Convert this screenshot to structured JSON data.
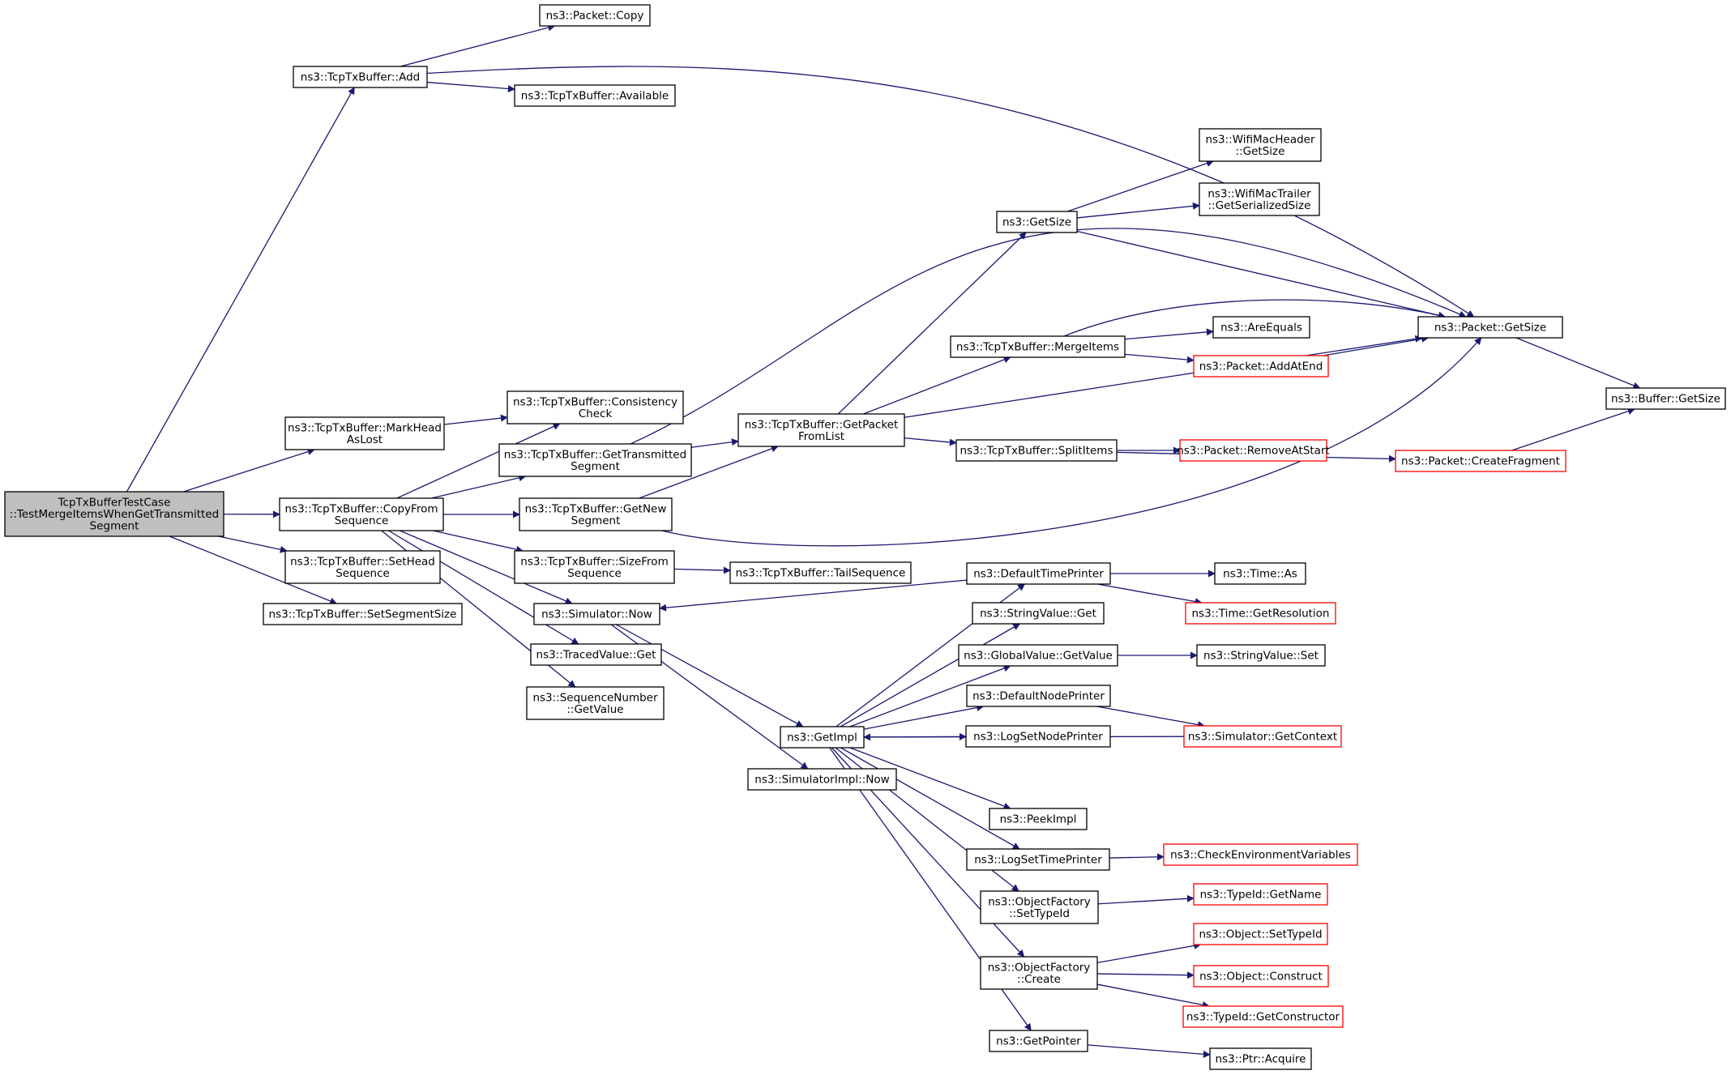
{
  "nodes": [
    {
      "id": "root",
      "lines": [
        "TcpTxBufferTestCase",
        "::TestMergeItemsWhenGetTransmitted",
        "Segment"
      ],
      "kind": "root"
    },
    {
      "id": "add",
      "lines": [
        "ns3::TcpTxBuffer::Add"
      ],
      "kind": "normal"
    },
    {
      "id": "pkt_copy",
      "lines": [
        "ns3::Packet::Copy"
      ],
      "kind": "normal"
    },
    {
      "id": "available",
      "lines": [
        "ns3::TcpTxBuffer::Available"
      ],
      "kind": "normal"
    },
    {
      "id": "pkt_getsize",
      "lines": [
        "ns3::Packet::GetSize"
      ],
      "kind": "normal"
    },
    {
      "id": "buf_getsize",
      "lines": [
        "ns3::Buffer::GetSize"
      ],
      "kind": "normal"
    },
    {
      "id": "wifi_hdr",
      "lines": [
        "ns3::WifiMacHeader",
        "::GetSize"
      ],
      "kind": "normal"
    },
    {
      "id": "wifi_trl",
      "lines": [
        "ns3::WifiMacTrailer",
        "::GetSerializedSize"
      ],
      "kind": "normal"
    },
    {
      "id": "getsize",
      "lines": [
        "ns3::GetSize"
      ],
      "kind": "normal"
    },
    {
      "id": "areequals",
      "lines": [
        "ns3::AreEquals"
      ],
      "kind": "normal"
    },
    {
      "id": "mergeitems",
      "lines": [
        "ns3::TcpTxBuffer::MergeItems"
      ],
      "kind": "normal"
    },
    {
      "id": "addatend",
      "lines": [
        "ns3::Packet::AddAtEnd"
      ],
      "kind": "red"
    },
    {
      "id": "markhead",
      "lines": [
        "ns3::TcpTxBuffer::MarkHead",
        "AsLost"
      ],
      "kind": "normal"
    },
    {
      "id": "consistency",
      "lines": [
        "ns3::TcpTxBuffer::Consistency",
        "Check"
      ],
      "kind": "normal"
    },
    {
      "id": "gettransmitted",
      "lines": [
        "ns3::TcpTxBuffer::GetTransmitted",
        "Segment"
      ],
      "kind": "normal"
    },
    {
      "id": "getpacketfromlist",
      "lines": [
        "ns3::TcpTxBuffer::GetPacket",
        "FromList"
      ],
      "kind": "normal"
    },
    {
      "id": "splititems",
      "lines": [
        "ns3::TcpTxBuffer::SplitItems"
      ],
      "kind": "normal"
    },
    {
      "id": "removeatstart",
      "lines": [
        "ns3::Packet::RemoveAtStart"
      ],
      "kind": "red"
    },
    {
      "id": "createfragment",
      "lines": [
        "ns3::Packet::CreateFragment"
      ],
      "kind": "red"
    },
    {
      "id": "copyfromseq",
      "lines": [
        "ns3::TcpTxBuffer::CopyFrom",
        "Sequence"
      ],
      "kind": "normal"
    },
    {
      "id": "getnewseg",
      "lines": [
        "ns3::TcpTxBuffer::GetNew",
        "Segment"
      ],
      "kind": "normal"
    },
    {
      "id": "sizefromseq",
      "lines": [
        "ns3::TcpTxBuffer::SizeFrom",
        "Sequence"
      ],
      "kind": "normal"
    },
    {
      "id": "tailseq",
      "lines": [
        "ns3::TcpTxBuffer::TailSequence"
      ],
      "kind": "normal"
    },
    {
      "id": "setheadseq",
      "lines": [
        "ns3::TcpTxBuffer::SetHead",
        "Sequence"
      ],
      "kind": "normal"
    },
    {
      "id": "setsegsize",
      "lines": [
        "ns3::TcpTxBuffer::SetSegmentSize"
      ],
      "kind": "normal"
    },
    {
      "id": "sim_now",
      "lines": [
        "ns3::Simulator::Now"
      ],
      "kind": "normal"
    },
    {
      "id": "traced_get",
      "lines": [
        "ns3::TracedValue::Get"
      ],
      "kind": "normal"
    },
    {
      "id": "seqnum_getvalue",
      "lines": [
        "ns3::SequenceNumber",
        "::GetValue"
      ],
      "kind": "normal"
    },
    {
      "id": "getimpl",
      "lines": [
        "ns3::GetImpl"
      ],
      "kind": "normal"
    },
    {
      "id": "simimpl_now",
      "lines": [
        "ns3::SimulatorImpl::Now"
      ],
      "kind": "normal"
    },
    {
      "id": "deftimeprinter",
      "lines": [
        "ns3::DefaultTimePrinter"
      ],
      "kind": "normal"
    },
    {
      "id": "time_as",
      "lines": [
        "ns3::Time::As"
      ],
      "kind": "normal"
    },
    {
      "id": "time_getres",
      "lines": [
        "ns3::Time::GetResolution"
      ],
      "kind": "red"
    },
    {
      "id": "strval_get",
      "lines": [
        "ns3::StringValue::Get"
      ],
      "kind": "normal"
    },
    {
      "id": "globalval_getvalue",
      "lines": [
        "ns3::GlobalValue::GetValue"
      ],
      "kind": "normal"
    },
    {
      "id": "strval_set",
      "lines": [
        "ns3::StringValue::Set"
      ],
      "kind": "normal"
    },
    {
      "id": "defnodeprinter",
      "lines": [
        "ns3::DefaultNodePrinter"
      ],
      "kind": "normal"
    },
    {
      "id": "sim_getcontext",
      "lines": [
        "ns3::Simulator::GetContext"
      ],
      "kind": "red"
    },
    {
      "id": "logsetnodeprinter",
      "lines": [
        "ns3::LogSetNodePrinter"
      ],
      "kind": "normal"
    },
    {
      "id": "peekimpl",
      "lines": [
        "ns3::PeekImpl"
      ],
      "kind": "normal"
    },
    {
      "id": "logsettimeprinter",
      "lines": [
        "ns3::LogSetTimePrinter"
      ],
      "kind": "normal"
    },
    {
      "id": "checkenv",
      "lines": [
        "ns3::CheckEnvironmentVariables"
      ],
      "kind": "red"
    },
    {
      "id": "objfactory_settypeid",
      "lines": [
        "ns3::ObjectFactory",
        "::SetTypeId"
      ],
      "kind": "normal"
    },
    {
      "id": "typeid_getname",
      "lines": [
        "ns3::TypeId::GetName"
      ],
      "kind": "red"
    },
    {
      "id": "objfactory_create",
      "lines": [
        "ns3::ObjectFactory",
        "::Create"
      ],
      "kind": "normal"
    },
    {
      "id": "obj_settypeid",
      "lines": [
        "ns3::Object::SetTypeId"
      ],
      "kind": "red"
    },
    {
      "id": "obj_construct",
      "lines": [
        "ns3::Object::Construct"
      ],
      "kind": "red"
    },
    {
      "id": "typeid_getctor",
      "lines": [
        "ns3::TypeId::GetConstructor"
      ],
      "kind": "red"
    },
    {
      "id": "getpointer",
      "lines": [
        "ns3::GetPointer"
      ],
      "kind": "normal"
    },
    {
      "id": "ptr_acquire",
      "lines": [
        "ns3::Ptr::Acquire"
      ],
      "kind": "normal"
    }
  ],
  "colors": {
    "edge": "#191970",
    "box_border": "#000000",
    "red_border": "#ff0000",
    "root_fill": "#bfbfbf"
  }
}
